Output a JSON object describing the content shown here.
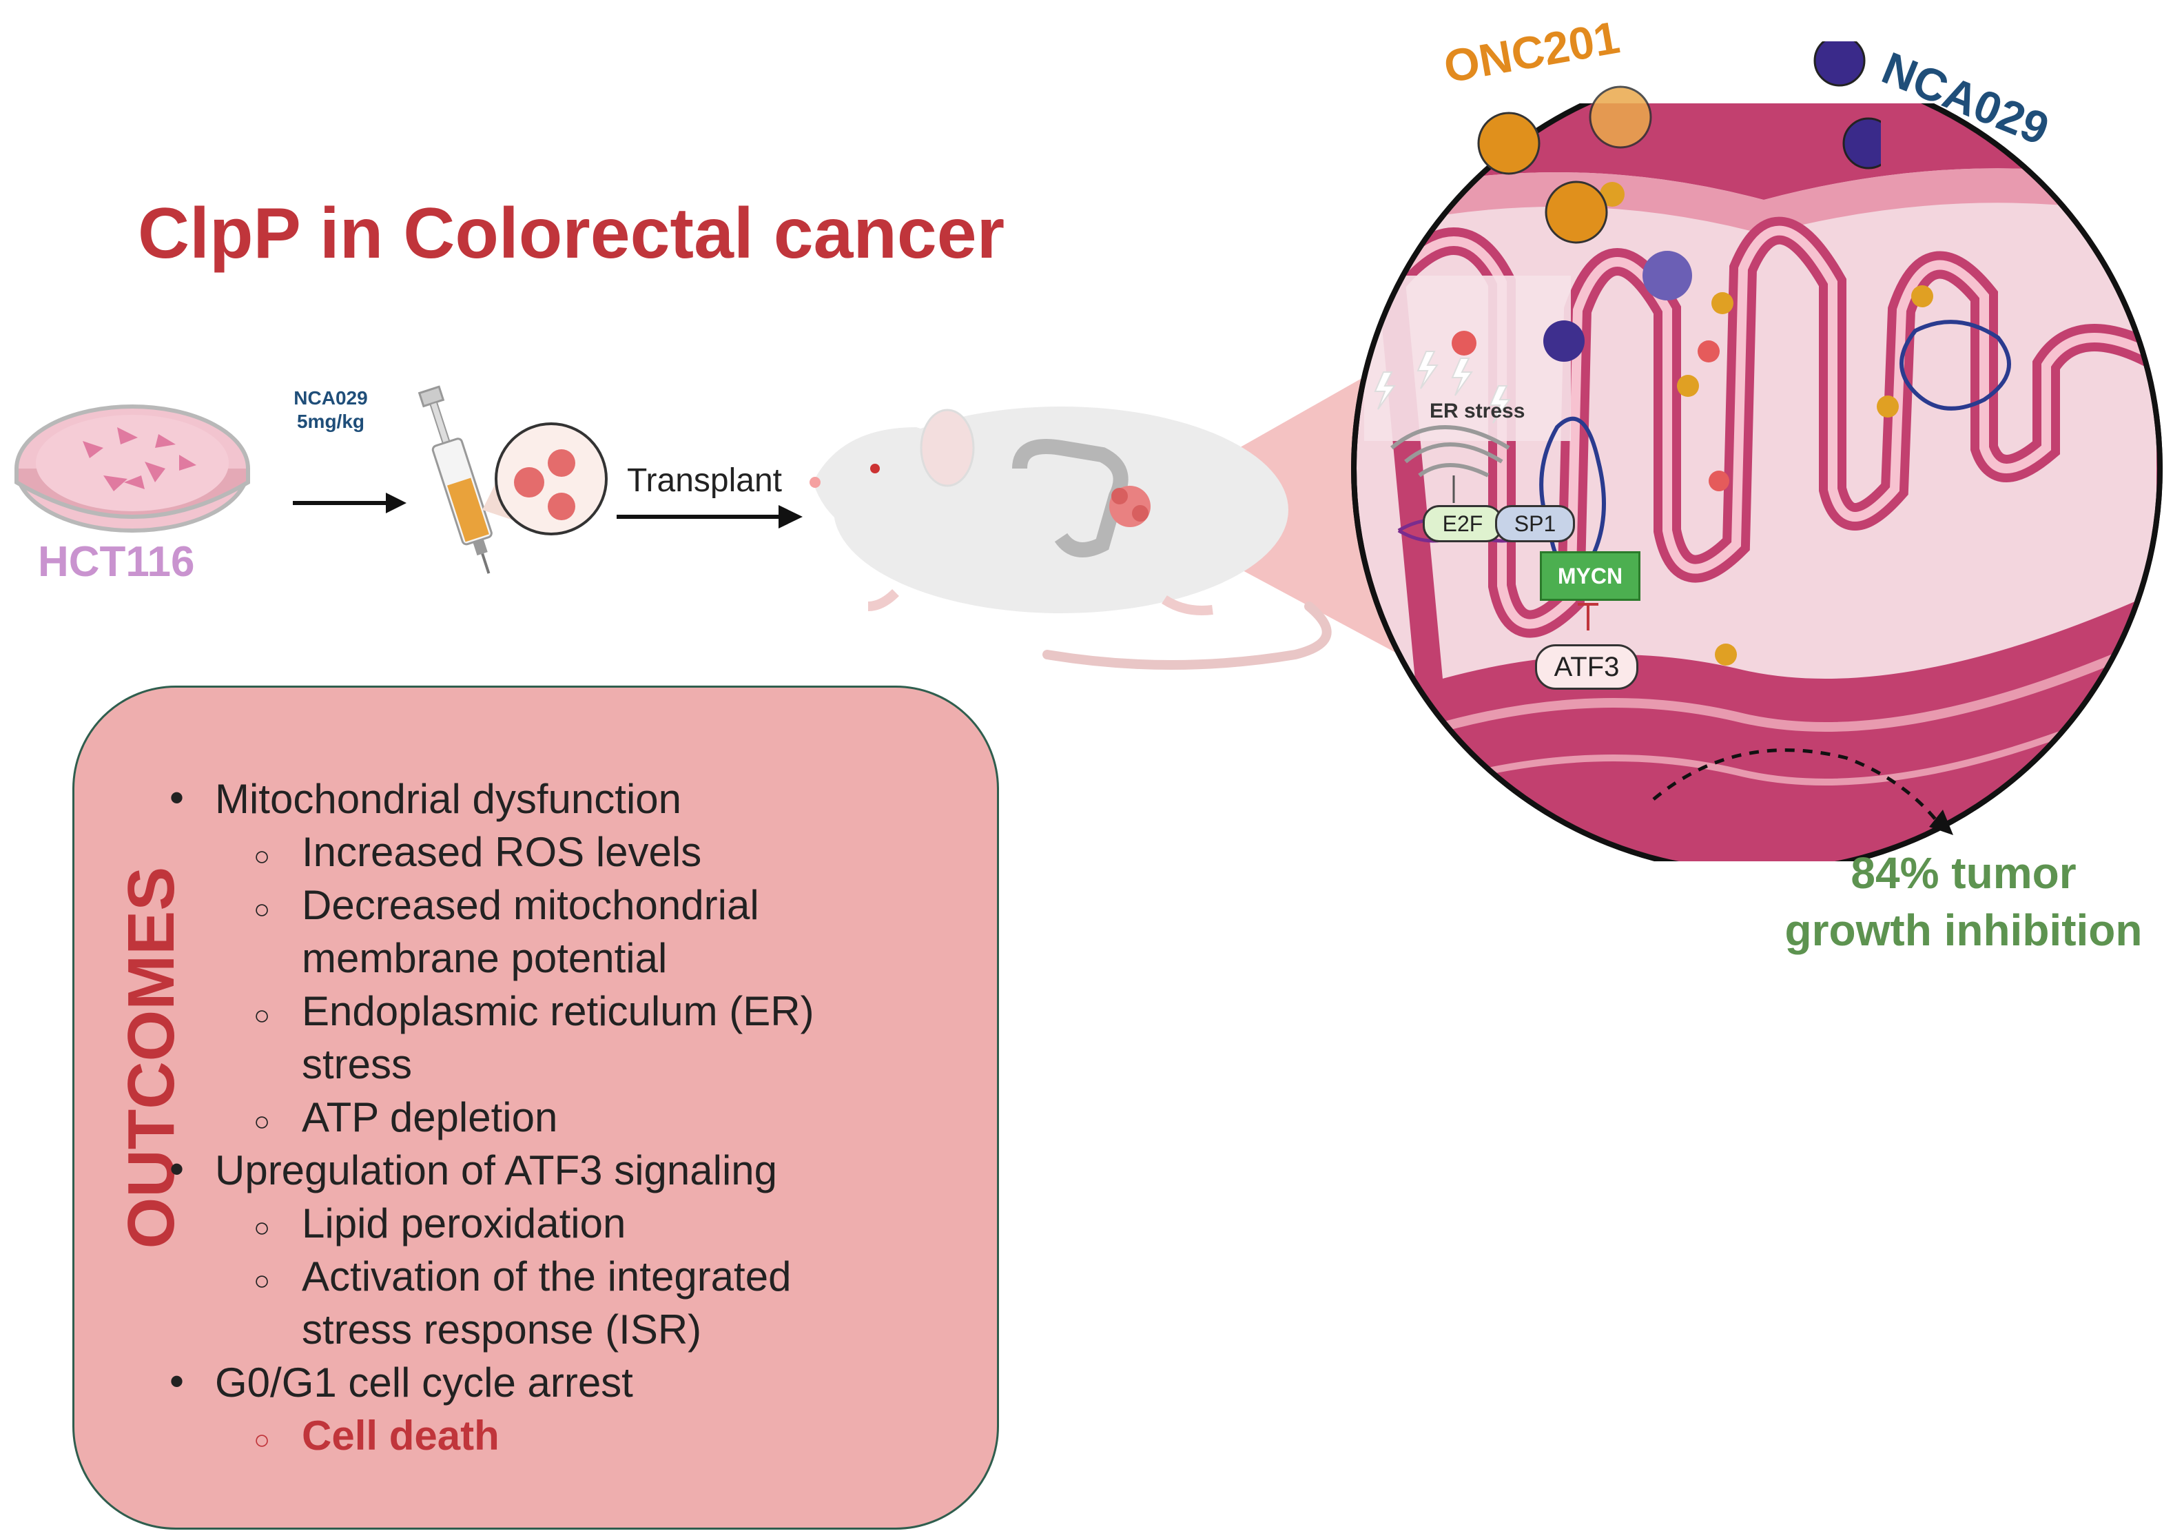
{
  "title": "ClpP in Colorectal cancer",
  "workflow": {
    "drug_label": "NCA029",
    "dose_label": "5mg/kg",
    "cell_line": "HCT116",
    "transplant_label": "Transplant"
  },
  "mechanism": {
    "drug_a": "ONC201",
    "drug_b": "NCA029",
    "er_stress_label": "ER stress",
    "factor_1": "E2F",
    "factor_2": "SP1",
    "gene": "MYCN",
    "inhibitor": "ATF3"
  },
  "result": {
    "line1": "84% tumor",
    "line2": "growth inhibition"
  },
  "outcomes": {
    "heading": "OUTCOMES",
    "items": [
      {
        "level": 1,
        "text": "Mitochondrial dysfunction"
      },
      {
        "level": 2,
        "text": "Increased ROS levels"
      },
      {
        "level": 2,
        "text": "Decreased mitochondrial"
      },
      {
        "level": 2,
        "text": "membrane potential",
        "continuation": true
      },
      {
        "level": 2,
        "text": "Endoplasmic reticulum (ER)"
      },
      {
        "level": 2,
        "text": "stress",
        "continuation": true
      },
      {
        "level": 2,
        "text": "ATP depletion"
      },
      {
        "level": 1,
        "text": "Upregulation of ATF3 signaling"
      },
      {
        "level": 2,
        "text": "Lipid peroxidation"
      },
      {
        "level": 2,
        "text": "Activation of the integrated"
      },
      {
        "level": 2,
        "text": "stress response (ISR)",
        "continuation": true
      },
      {
        "level": 1,
        "text": "G0/G1 cell cycle arrest"
      },
      {
        "level": 2,
        "text": "Cell death",
        "emphasis": true
      }
    ]
  },
  "colors": {
    "title_red": "#c0353b",
    "cell_line_purple": "#c993cf",
    "drug_blue": "#1f4e79",
    "drug_orange": "#e28a1e",
    "result_green": "#5d9350",
    "gene_box_green": "#4caf50",
    "outcome_box": "#eeaeae",
    "mito_magenta": "#c2406f"
  }
}
